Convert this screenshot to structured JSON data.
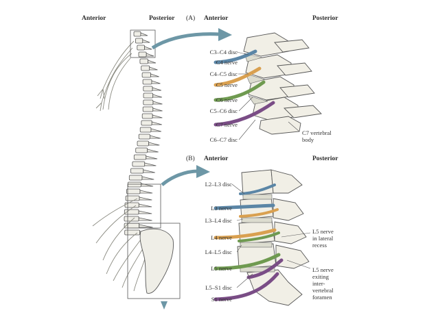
{
  "spine_view": {
    "anterior": "Anterior",
    "posterior": "Posterior"
  },
  "panel_a": {
    "letter": "(A)",
    "anterior": "Anterior",
    "posterior": "Posterior",
    "labels": [
      "C3–C4 disc",
      "C4 nerve",
      "C4–C5 disc",
      "C5 nerve",
      "C6 nerve",
      "C5–C6 disc",
      "C7 nerve",
      "C6–C7 disc"
    ],
    "right_label": [
      "C7 vertebral",
      "body"
    ]
  },
  "panel_b": {
    "letter": "(B)",
    "anterior": "Anterior",
    "posterior": "Posterior",
    "labels": [
      "L2–L3 disc",
      "L3 nerve",
      "L3–L4 disc",
      "L4 nerve",
      "L4–L5 disc",
      "L5 nerve",
      "L5–S1 disc",
      "S1 nerve"
    ],
    "right_label_1": [
      "L5 nerve",
      "in lateral",
      "recess"
    ],
    "right_label_2": [
      "L5 nerve",
      "exiting",
      "inter-",
      "vertebral",
      "foramen"
    ]
  },
  "colors": {
    "blue_nerve": "#5b86a6",
    "orange_nerve": "#d9a050",
    "green_nerve": "#6f9a50",
    "purple_nerve": "#7a4d86",
    "arrow": "#6d97a6",
    "bone": "#f1efe6",
    "outline": "#555555"
  }
}
